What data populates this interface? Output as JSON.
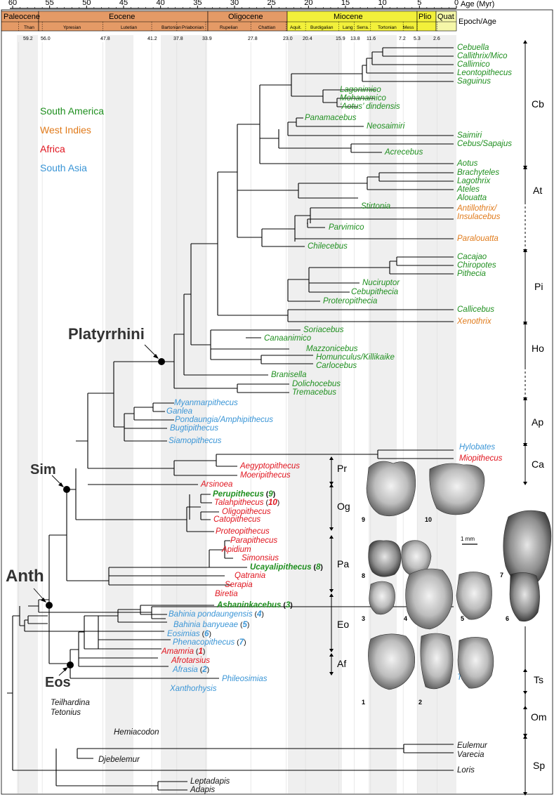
{
  "colors": {
    "sa": "#1f8f1f",
    "wi": "#e07a1a",
    "af": "#e0141e",
    "as": "#3a95d6",
    "black": "#111111",
    "epoch_orange": "#e49a66",
    "epoch_yellow": "#f2f03a",
    "epoch_lightyellow": "#f5f7a8"
  },
  "axis": {
    "title": "Age (Myr)",
    "ticks": [
      "60",
      "55",
      "50",
      "45",
      "40",
      "35",
      "30",
      "25",
      "20",
      "15",
      "10",
      "5",
      "0"
    ]
  },
  "epochs": [
    {
      "label": "Paleocene",
      "color": "#e49a66"
    },
    {
      "label": "Eocene",
      "color": "#e49a66"
    },
    {
      "label": "Oligocene",
      "color": "#e49a66"
    },
    {
      "label": "Miocene",
      "color": "#f2f03a"
    },
    {
      "label": "Plio",
      "color": "#f2f03a"
    },
    {
      "label": "Quat",
      "color": "#f5f7a8"
    }
  ],
  "epoch_age_label": "Epoch/Age",
  "stages": [
    "Than",
    "Ypresian",
    "Lutetian",
    "Bartonian",
    "Priabonian",
    "Rupelian",
    "Chattian",
    "Aquit.",
    "Burdigalian",
    "Lang",
    "Serra.",
    "Tortonian",
    "Mess"
  ],
  "boundaries": [
    "59.2",
    "56.0",
    "47.8",
    "41.2",
    "37.8",
    "33.9",
    "27.8",
    "23.0",
    "20.4",
    "15.9",
    "13.8",
    "11.6",
    "7.2",
    "5.3",
    "2.6"
  ],
  "legend": [
    {
      "label": "South America",
      "color": "#1f8f1f"
    },
    {
      "label": "West Indies",
      "color": "#e07a1a"
    },
    {
      "label": "Africa",
      "color": "#e0141e"
    },
    {
      "label": "South Asia",
      "color": "#3a95d6"
    }
  ],
  "nodes": {
    "platyrrhini": "Platyrrhini",
    "sim": "Sim",
    "anth": "Anth",
    "eos": "Eos"
  },
  "taxa": [
    {
      "name": "Cebuella",
      "region": "sa"
    },
    {
      "name": "Callithrix/Mico",
      "region": "sa"
    },
    {
      "name": "Callimico",
      "region": "sa"
    },
    {
      "name": "Leontopithecus",
      "region": "sa"
    },
    {
      "name": "Saguinus",
      "region": "sa"
    },
    {
      "name": "Lagonimico",
      "region": "sa"
    },
    {
      "name": "Mohanamico",
      "region": "sa"
    },
    {
      "name": "‘Aotus’ dindensis",
      "region": "sa"
    },
    {
      "name": "Panamacebus",
      "region": "sa"
    },
    {
      "name": "Neosaimiri",
      "region": "sa"
    },
    {
      "name": "Saimiri",
      "region": "sa"
    },
    {
      "name": "Cebus/Sapajus",
      "region": "sa"
    },
    {
      "name": "Acrecebus",
      "region": "sa"
    },
    {
      "name": "Aotus",
      "region": "sa"
    },
    {
      "name": "Brachyteles",
      "region": "sa"
    },
    {
      "name": "Lagothrix",
      "region": "sa"
    },
    {
      "name": "Ateles",
      "region": "sa"
    },
    {
      "name": "Alouatta",
      "region": "sa"
    },
    {
      "name": "Stirtonia",
      "region": "sa"
    },
    {
      "name": "Antillothrix/",
      "region": "wi"
    },
    {
      "name": "Insulacebus",
      "region": "wi"
    },
    {
      "name": "Parvimico",
      "region": "sa"
    },
    {
      "name": "Paralouatta",
      "region": "wi"
    },
    {
      "name": "Chilecebus",
      "region": "sa"
    },
    {
      "name": "Cacajao",
      "region": "sa"
    },
    {
      "name": "Chiropotes",
      "region": "sa"
    },
    {
      "name": "Pithecia",
      "region": "sa"
    },
    {
      "name": "Nuciruptor",
      "region": "sa"
    },
    {
      "name": "Cebupithecia",
      "region": "sa"
    },
    {
      "name": "Proteropithecia",
      "region": "sa"
    },
    {
      "name": "Callicebus",
      "region": "sa"
    },
    {
      "name": "Xenothrix",
      "region": "wi"
    },
    {
      "name": "Soriacebus",
      "region": "sa"
    },
    {
      "name": "Canaanimico",
      "region": "sa"
    },
    {
      "name": "Mazzonicebus",
      "region": "sa"
    },
    {
      "name": "Homunculus/Killikaike",
      "region": "sa"
    },
    {
      "name": "Carlocebus",
      "region": "sa"
    },
    {
      "name": "Branisella",
      "region": "sa"
    },
    {
      "name": "Dolichocebus",
      "region": "sa"
    },
    {
      "name": "Tremacebus",
      "region": "sa"
    },
    {
      "name": "Myanmarpithecus",
      "region": "as"
    },
    {
      "name": "Ganlea",
      "region": "as"
    },
    {
      "name": "Pondaungia/Amphipithecus",
      "region": "as"
    },
    {
      "name": "Bugtipithecus",
      "region": "as"
    },
    {
      "name": "Siamopithecus",
      "region": "as"
    },
    {
      "name": "Hylobates",
      "region": "as"
    },
    {
      "name": "Miopithecus",
      "region": "af"
    },
    {
      "name": "Aegyptopithecus",
      "region": "af"
    },
    {
      "name": "Moeripithecus",
      "region": "af"
    },
    {
      "name": "Arsinoea",
      "region": "af"
    },
    {
      "name": "Perupithecus",
      "region": "sa",
      "num": "9"
    },
    {
      "name": "Talahpithecus",
      "region": "af",
      "num": "10"
    },
    {
      "name": "Oligopithecus",
      "region": "af"
    },
    {
      "name": "Catopithecus",
      "region": "af"
    },
    {
      "name": "Proteopithecus",
      "region": "af"
    },
    {
      "name": "Parapithecus",
      "region": "af"
    },
    {
      "name": "Apidium",
      "region": "af"
    },
    {
      "name": "Simonsius",
      "region": "af"
    },
    {
      "name": "Ucayalipithecus",
      "region": "sa",
      "num": "8"
    },
    {
      "name": "Qatrania",
      "region": "af"
    },
    {
      "name": "Serapia",
      "region": "af"
    },
    {
      "name": "Biretia",
      "region": "af"
    },
    {
      "name": "Ashaninkacebus",
      "region": "sa",
      "num": "3"
    },
    {
      "name": "Bahinia pondaungensis",
      "region": "as",
      "num": "4"
    },
    {
      "name": "Bahinia banyueae",
      "region": "as",
      "num": "5"
    },
    {
      "name": "Eosimias",
      "region": "as",
      "num": "6"
    },
    {
      "name": "Phenacopithecus",
      "region": "as",
      "num": "7"
    },
    {
      "name": "Amamria",
      "region": "af",
      "num": "1"
    },
    {
      "name": "Afrotarsius",
      "region": "af"
    },
    {
      "name": "Afrasia",
      "region": "as",
      "num": "2"
    },
    {
      "name": "Phileosimias",
      "region": "as"
    },
    {
      "name": "Tarsius",
      "region": "as"
    },
    {
      "name": "Xanthorhysis",
      "region": "as"
    },
    {
      "name": "Teilhardina",
      "region": "black"
    },
    {
      "name": "Tetonius",
      "region": "black"
    },
    {
      "name": "Hemiacodon",
      "region": "black"
    },
    {
      "name": "Eulemur",
      "region": "black"
    },
    {
      "name": "Varecia",
      "region": "black"
    },
    {
      "name": "Djebelemur",
      "region": "black"
    },
    {
      "name": "Loris",
      "region": "black"
    },
    {
      "name": "Leptadapis",
      "region": "black"
    },
    {
      "name": "Adapis",
      "region": "black"
    }
  ],
  "groups": [
    "Cb",
    "At",
    "Pi",
    "Ho",
    "Ap",
    "Ca",
    "Pr",
    "Og",
    "Pa",
    "Eo",
    "Af",
    "Ts",
    "Om",
    "Sp"
  ],
  "teeth": {
    "numbers": [
      "9",
      "10",
      "8",
      "7",
      "3",
      "4",
      "5",
      "6",
      "1",
      "2"
    ],
    "scale": "1 mm"
  }
}
